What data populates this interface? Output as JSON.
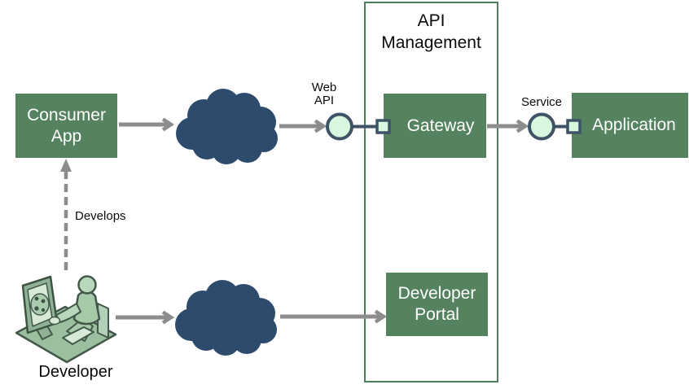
{
  "title": "API Management",
  "nodes": {
    "consumer_app": {
      "label": "Consumer App"
    },
    "gateway": {
      "label": "Gateway"
    },
    "application": {
      "label": "Application"
    },
    "developer_portal": {
      "label": "Developer Portal"
    }
  },
  "annotations": {
    "web_api": {
      "label": "Web API"
    },
    "service": {
      "label": "Service"
    },
    "develops": {
      "label": "Develops"
    },
    "developer": {
      "label": "Developer"
    }
  },
  "icons": {
    "cloud_top": "internet-cloud-icon",
    "cloud_bottom": "internet-cloud-icon",
    "developer_workstation": "developer-at-computer-icon",
    "web_api_endpoint": "lollipop-interface-circle",
    "service_endpoint": "lollipop-interface-circle",
    "gateway_port": "interface-socket-square",
    "application_port": "interface-socket-square"
  },
  "colors": {
    "node_fill": "#55835F",
    "container_border": "#4E7D5B",
    "cloud": "#2D4B6D",
    "arrow": "#8C8C8C",
    "interface_fill": "#D9F7DE",
    "interface_border": "#3E5366",
    "node_text": "#FFFFFF",
    "label_text": "#0A0A0A",
    "background": "#FFFFFF"
  }
}
